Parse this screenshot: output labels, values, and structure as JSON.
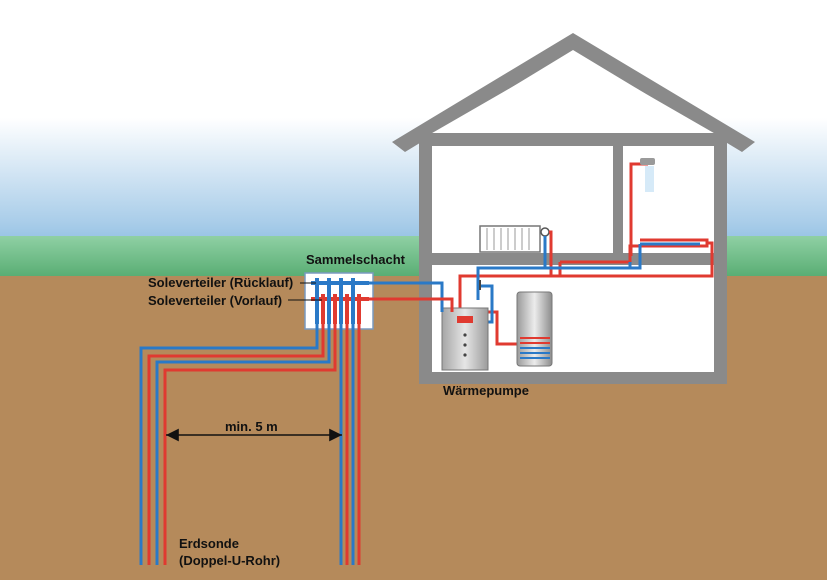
{
  "labels": {
    "collection_shaft": "Sammelschacht",
    "brine_distributor_return": "Soleverteiler (Rücklauf)",
    "brine_distributor_flow": "Soleverteiler (Vorlauf)",
    "heat_pump": "Wärmepumpe",
    "min_distance": "min. 5 m",
    "ground_probe_line1": "Erdsonde",
    "ground_probe_line2": "(Doppel-U-Rohr)"
  },
  "colors": {
    "sky_top": "#ffffff",
    "sky_bottom": "#7fb6df",
    "grass": "#6cc08a",
    "soil": "#b58a5b",
    "wall": "#8a8a8a",
    "pipe_cold": "#2a79c7",
    "pipe_hot": "#e03a30"
  }
}
